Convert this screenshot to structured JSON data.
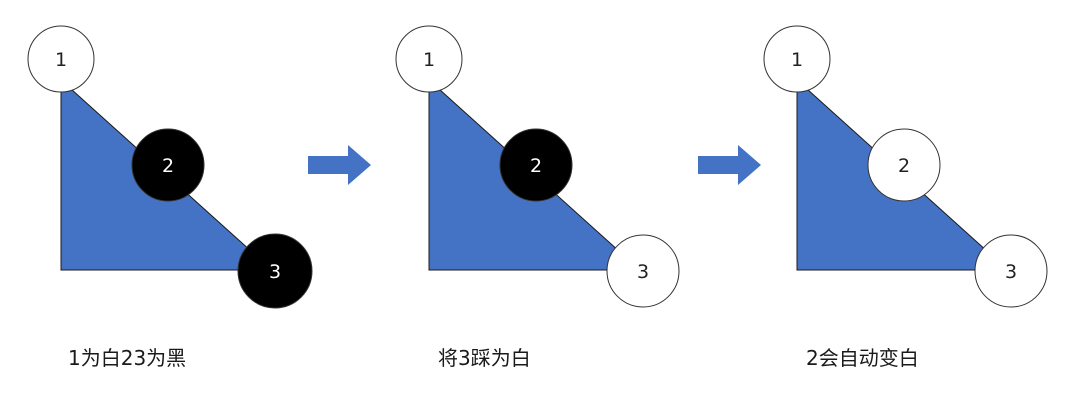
{
  "colors": {
    "triangle_fill": "#4472C4",
    "triangle_stroke": "#1a1a1a",
    "arrow_fill": "#4472C4",
    "node_black": "#000000",
    "node_white": "#ffffff",
    "node_outline": "#333333",
    "text_on_black": "#ffffff",
    "text_on_white": "#222222"
  },
  "panels": [
    {
      "caption": "1为白23为黑",
      "nodes": [
        {
          "label": "1",
          "state": "white"
        },
        {
          "label": "2",
          "state": "black"
        },
        {
          "label": "3",
          "state": "black"
        }
      ]
    },
    {
      "caption": "将3踩为白",
      "nodes": [
        {
          "label": "1",
          "state": "white"
        },
        {
          "label": "2",
          "state": "black"
        },
        {
          "label": "3",
          "state": "white"
        }
      ]
    },
    {
      "caption": "2会自动变白",
      "nodes": [
        {
          "label": "1",
          "state": "white"
        },
        {
          "label": "2",
          "state": "white"
        },
        {
          "label": "3",
          "state": "white"
        }
      ]
    }
  ],
  "arrows": [
    {
      "icon": "arrow-right-icon"
    },
    {
      "icon": "arrow-right-icon"
    }
  ]
}
